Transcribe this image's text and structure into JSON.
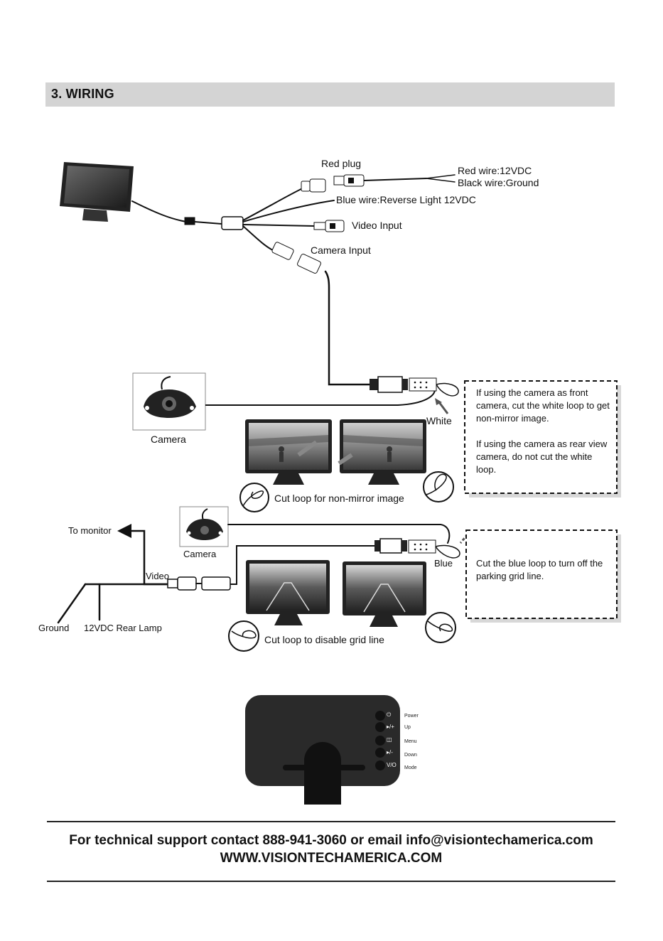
{
  "section": {
    "title": "3. WIRING"
  },
  "connectors": {
    "red_plug": "Red plug",
    "red_wire": "Red wire:12VDC",
    "black_wire": "Black wire:Ground",
    "blue_wire": "Blue wire:Reverse Light 12VDC",
    "video_input": "Video Input",
    "camera_input": "Camera Input"
  },
  "front_setup": {
    "camera_label": "Camera",
    "loop_label": "White",
    "caption": "Cut loop for non-mirror image",
    "note": [
      "If using the camera as front camera, cut the white loop to get non-mirror image.",
      "If using the camera as rear view camera, do not cut the white loop."
    ]
  },
  "rear_setup": {
    "to_monitor": "To monitor",
    "camera_label": "Camera",
    "video_label": "Video",
    "loop_label": "Blue",
    "ground_label": "Ground",
    "lamp_label": "12VDC Rear Lamp",
    "caption": "Cut loop to disable grid line",
    "note": "Cut the blue loop to turn off the parking grid line."
  },
  "monitor_buttons": [
    {
      "label": "Power",
      "icon": "power-icon",
      "glyph": "⏻"
    },
    {
      "label": "Up",
      "icon": "play-plus-icon",
      "glyph": "▸/+"
    },
    {
      "label": "Menu",
      "icon": "menu-icon",
      "glyph": "◫"
    },
    {
      "label": "Down",
      "icon": "play-minus-icon",
      "glyph": "▸/-"
    },
    {
      "label": "Mode",
      "icon": "mode-icon",
      "glyph": "V/O"
    }
  ],
  "footer": {
    "support": "For technical support contact 888-941-3060 or email info@visiontechamerica.com",
    "website": "WWW.VISIONTECHAMERICA.COM"
  }
}
